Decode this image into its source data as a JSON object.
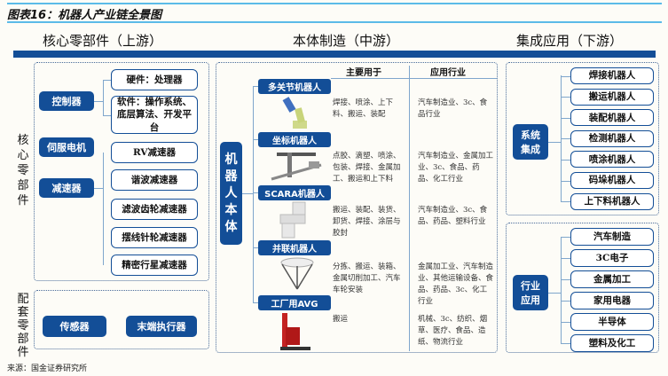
{
  "title": "图表16：机器人产业链全景图",
  "columns": {
    "upstream": "核心零部件（上游）",
    "midstream": "本体制造（中游）",
    "downstream": "集成应用（下游）"
  },
  "upstream": {
    "core_label": "核心零部件",
    "support_label": "配套零部件",
    "controller": {
      "label": "控制器",
      "children": [
        "硬件：处理器",
        "软件：操作系统、底层算法、开发平台"
      ]
    },
    "servo": {
      "label": "伺服电机"
    },
    "reducer": {
      "label": "减速器",
      "children": [
        "RV减速器",
        "谐波减速器",
        "滤波齿轮减速器",
        "摆线针轮减速器",
        "精密行星减速器"
      ]
    },
    "support": [
      "传感器",
      "末端执行器"
    ]
  },
  "midstream": {
    "body_label": "机器人本体",
    "header_use": "主要用于",
    "header_industry": "应用行业",
    "robots": [
      {
        "name": "多关节机器人",
        "use": "焊接、喷涂、上下料、搬运、装配",
        "industry": "汽车制造业、3c、食品行业"
      },
      {
        "name": "坐标机器人",
        "use": "点胶、滴塑、喷涂、包装、焊接、金属加工、搬运和上下料",
        "industry": "汽车制造业、金属加工业、3c、食品、药品、化工行业"
      },
      {
        "name": "SCARA机器人",
        "use": "搬运、装配、装货、卸货、焊接、涂层与胶封",
        "industry": "汽车制造业、3c、食品、药品、塑料行业"
      },
      {
        "name": "并联机器人",
        "use": "分拣、搬运、装箱、金属切削加工、汽车车轮安装",
        "industry": "金属加工业、汽车制造业、其他运输设备、食品、药品、3c、化工行业"
      },
      {
        "name": "工厂用AVG",
        "use": "搬运",
        "industry": "机械、3c、纺织、烟草、医疗、食品、造纸、物流行业"
      }
    ]
  },
  "downstream": {
    "system": {
      "label": "系统集成",
      "items": [
        "焊接机器人",
        "搬运机器人",
        "装配机器人",
        "检测机器人",
        "喷涂机器人",
        "码垛机器人",
        "上下料机器人"
      ]
    },
    "industry": {
      "label": "行业应用",
      "items": [
        "汽车制造",
        "3C电子",
        "金属加工",
        "家用电器",
        "半导体",
        "塑料及化工"
      ]
    }
  },
  "source": "来源：国金证券研究所",
  "colors": {
    "primary": "#134e97",
    "accent_line": "#5bbbe8"
  }
}
